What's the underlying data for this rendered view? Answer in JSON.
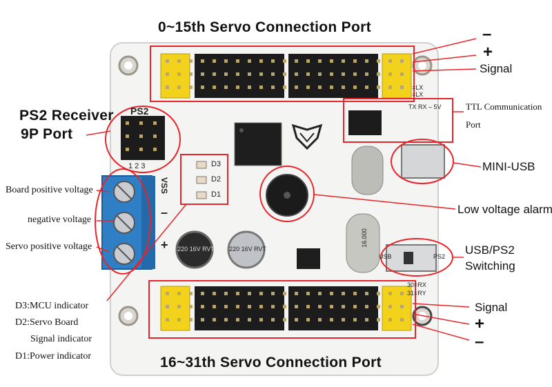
{
  "labels": {
    "top_port": "0~15th Servo Connection Port",
    "bottom_port": "16~31th Servo Connection Port",
    "ps2_line1": "PS2 Receiver",
    "ps2_line2": "9P Port",
    "board_pos_voltage": "Board positive voltage",
    "negative_voltage": "negative voltage",
    "servo_pos_voltage": "Servo positive voltage",
    "d3": "D3:MCU indicator",
    "d2_line1": "D2:Servo Board",
    "d2_line2": "Signal indicator",
    "d1": "D1:Power indicator",
    "ttl_line1": "TTL Communication",
    "ttl_line2": "Port",
    "mini_usb": "MINI-USB",
    "low_voltage": "Low voltage alarm",
    "usb_ps2_line1": "USB/PS2",
    "usb_ps2_line2": "Switching",
    "top_minus": "–",
    "top_plus": "+",
    "top_signal": "Signal",
    "bottom_signal": "Signal",
    "bottom_plus": "+",
    "bottom_minus": "–"
  },
  "silkscreen": {
    "ps2": "PS2",
    "ps2_pins": "1 2 3",
    "vss": "VSS",
    "minus": "–",
    "plus": "+",
    "d3": "D3",
    "d2": "D2",
    "d1": "D1",
    "cap1": "220 16V RVT",
    "cap2": "220 16V RVT",
    "ttl_table": "TX RX – 5V",
    "usb": "USB",
    "ps2_sw": "PS2",
    "crystal": "16.000",
    "tx": "=LX",
    "rx_top": "=LX",
    "rx_bot": "30=RX",
    "ry_bot": "31=RY"
  },
  "colors": {
    "annotation": "#e8242a",
    "pcb": "#f4f4f2",
    "header_yellow": "#f2d21b",
    "header_black": "#1c1c1c",
    "terminal_blue": "#2f7fc6"
  },
  "icons": [
    "transformer-logo-icon",
    "buzzer-icon",
    "screw-terminal-icon"
  ]
}
